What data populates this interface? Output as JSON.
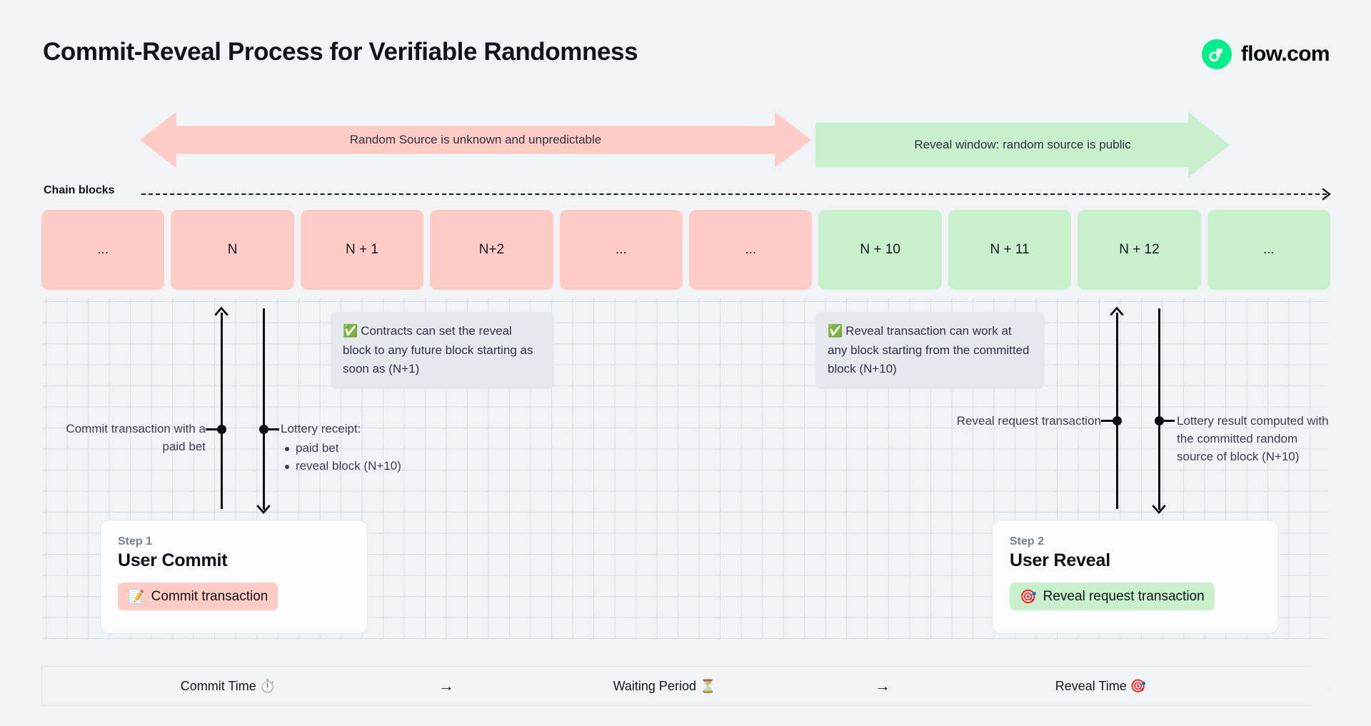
{
  "header": {
    "title": "Commit-Reveal Process for Verifiable Randomness",
    "brand_name": "flow.com",
    "brand_icon": "flow-logo-icon",
    "brand_color": "#00EF8B"
  },
  "phases": {
    "unknown": {
      "label": "Random Source is unknown and unpredictable",
      "color": "#FECCC4",
      "direction": "bidirectional"
    },
    "reveal": {
      "label": "Reveal window: random source is public",
      "color": "#C8F0CD",
      "direction": "right"
    }
  },
  "chain": {
    "axis_label": "Chain blocks",
    "blocks": [
      {
        "label": "...",
        "state": "unknown"
      },
      {
        "label": "N",
        "state": "unknown"
      },
      {
        "label": "N + 1",
        "state": "unknown"
      },
      {
        "label": "N+2",
        "state": "unknown"
      },
      {
        "label": "...",
        "state": "unknown"
      },
      {
        "label": "...",
        "state": "unknown"
      },
      {
        "label": "N + 10",
        "state": "reveal"
      },
      {
        "label": "N + 11",
        "state": "reveal"
      },
      {
        "label": "N + 12",
        "state": "reveal"
      },
      {
        "label": "...",
        "state": "reveal"
      }
    ]
  },
  "callouts": {
    "commit": {
      "icon": "check-mark-button-emoji",
      "emoji": "✅",
      "text": "Contracts can set the reveal block to any future block starting as soon as (N+1)"
    },
    "reveal": {
      "icon": "check-mark-button-emoji",
      "emoji": "✅",
      "text": "Reveal transaction can work at any block starting from the committed block (N+10)"
    }
  },
  "annotations": {
    "commit_tx": "Commit transaction with a paid bet",
    "lottery_receipt_title": "Lottery receipt:",
    "lottery_receipt_items": [
      "paid bet",
      "reveal block (N+10)"
    ],
    "reveal_request": "Reveal request transaction",
    "lottery_result": "Lottery result computed with the committed random source of block (N+10)"
  },
  "steps": [
    {
      "kicker": "Step 1",
      "title": "User Commit",
      "chip_label": "Commit transaction",
      "chip_emoji": "📝",
      "chip_icon": "memo-emoji",
      "chip_color": "#FECCC4"
    },
    {
      "kicker": "Step 2",
      "title": "User Reveal",
      "chip_label": "Reveal request transaction",
      "chip_emoji": "🎯",
      "chip_icon": "direct-hit-emoji",
      "chip_color": "#C8F0CD"
    }
  ],
  "timeline": {
    "segments": [
      {
        "label": "Commit Time",
        "emoji": "⏱️",
        "icon": "stopwatch-emoji"
      },
      {
        "label": "Waiting Period",
        "emoji": "⏳",
        "icon": "hourglass-emoji"
      },
      {
        "label": "Reveal Time",
        "emoji": "🎯",
        "icon": "direct-hit-emoji"
      }
    ],
    "separator": "→"
  }
}
